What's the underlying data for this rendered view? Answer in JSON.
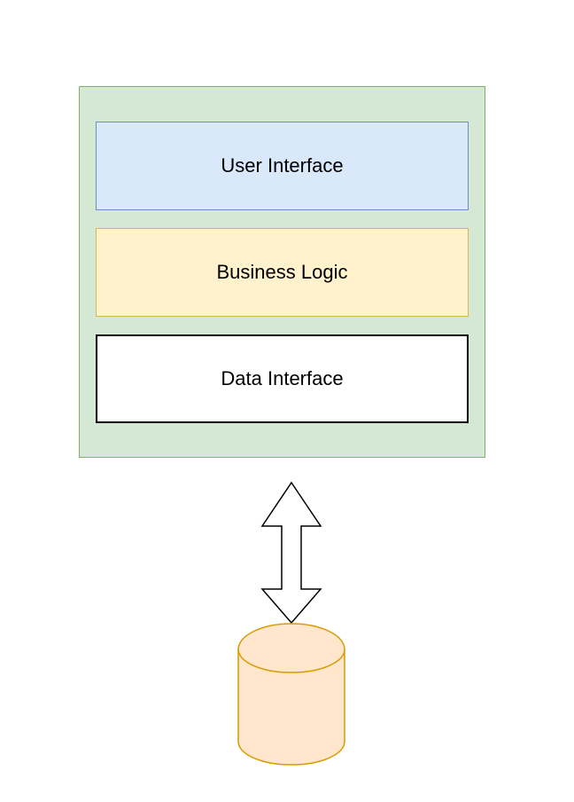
{
  "diagram": {
    "container": {
      "fill": "#d5e8d4",
      "stroke": "#82b366"
    },
    "layers": [
      {
        "id": "layer-ui",
        "label": "User Interface",
        "fill": "#dae8fc",
        "stroke": "#6c8ebf"
      },
      {
        "id": "layer-bl",
        "label": "Business Logic",
        "fill": "#fff2cc",
        "stroke": "#d6b656"
      },
      {
        "id": "layer-di",
        "label": "Data Interface",
        "fill": "#ffffff",
        "stroke": "#000000"
      }
    ],
    "connector": {
      "type": "double-arrow",
      "fill": "#ffffff",
      "stroke": "#000000"
    },
    "database": {
      "fill": "#ffe6cc",
      "stroke": "#d79b00"
    }
  }
}
